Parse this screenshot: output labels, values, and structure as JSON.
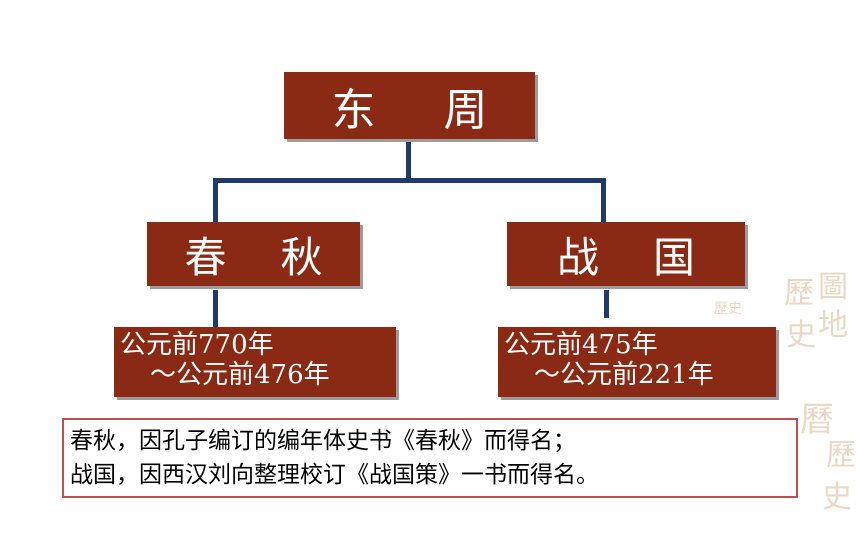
{
  "diagram": {
    "root": {
      "left": "东",
      "right": "周"
    },
    "branches": [
      {
        "left": "春",
        "right": "秋",
        "dates": [
          "公元前770年",
          "～公元前476年"
        ]
      },
      {
        "left": "战",
        "right": "国",
        "dates": [
          "公元前475年",
          "～公元前221年"
        ]
      }
    ]
  },
  "note": {
    "line1": "春秋，因孔子编订的编年体史书《春秋》而得名；",
    "line2": "战国，因西汉刘向整理校订《战国策》一书而得名。"
  },
  "watermark": {
    "chars": [
      "歷",
      "圖",
      "史",
      "地",
      "歷史",
      "曆",
      "歷",
      "史"
    ]
  },
  "colors": {
    "box": "#8b2a14",
    "connector": "#1f3a6b",
    "note_border": "#c0504d"
  }
}
